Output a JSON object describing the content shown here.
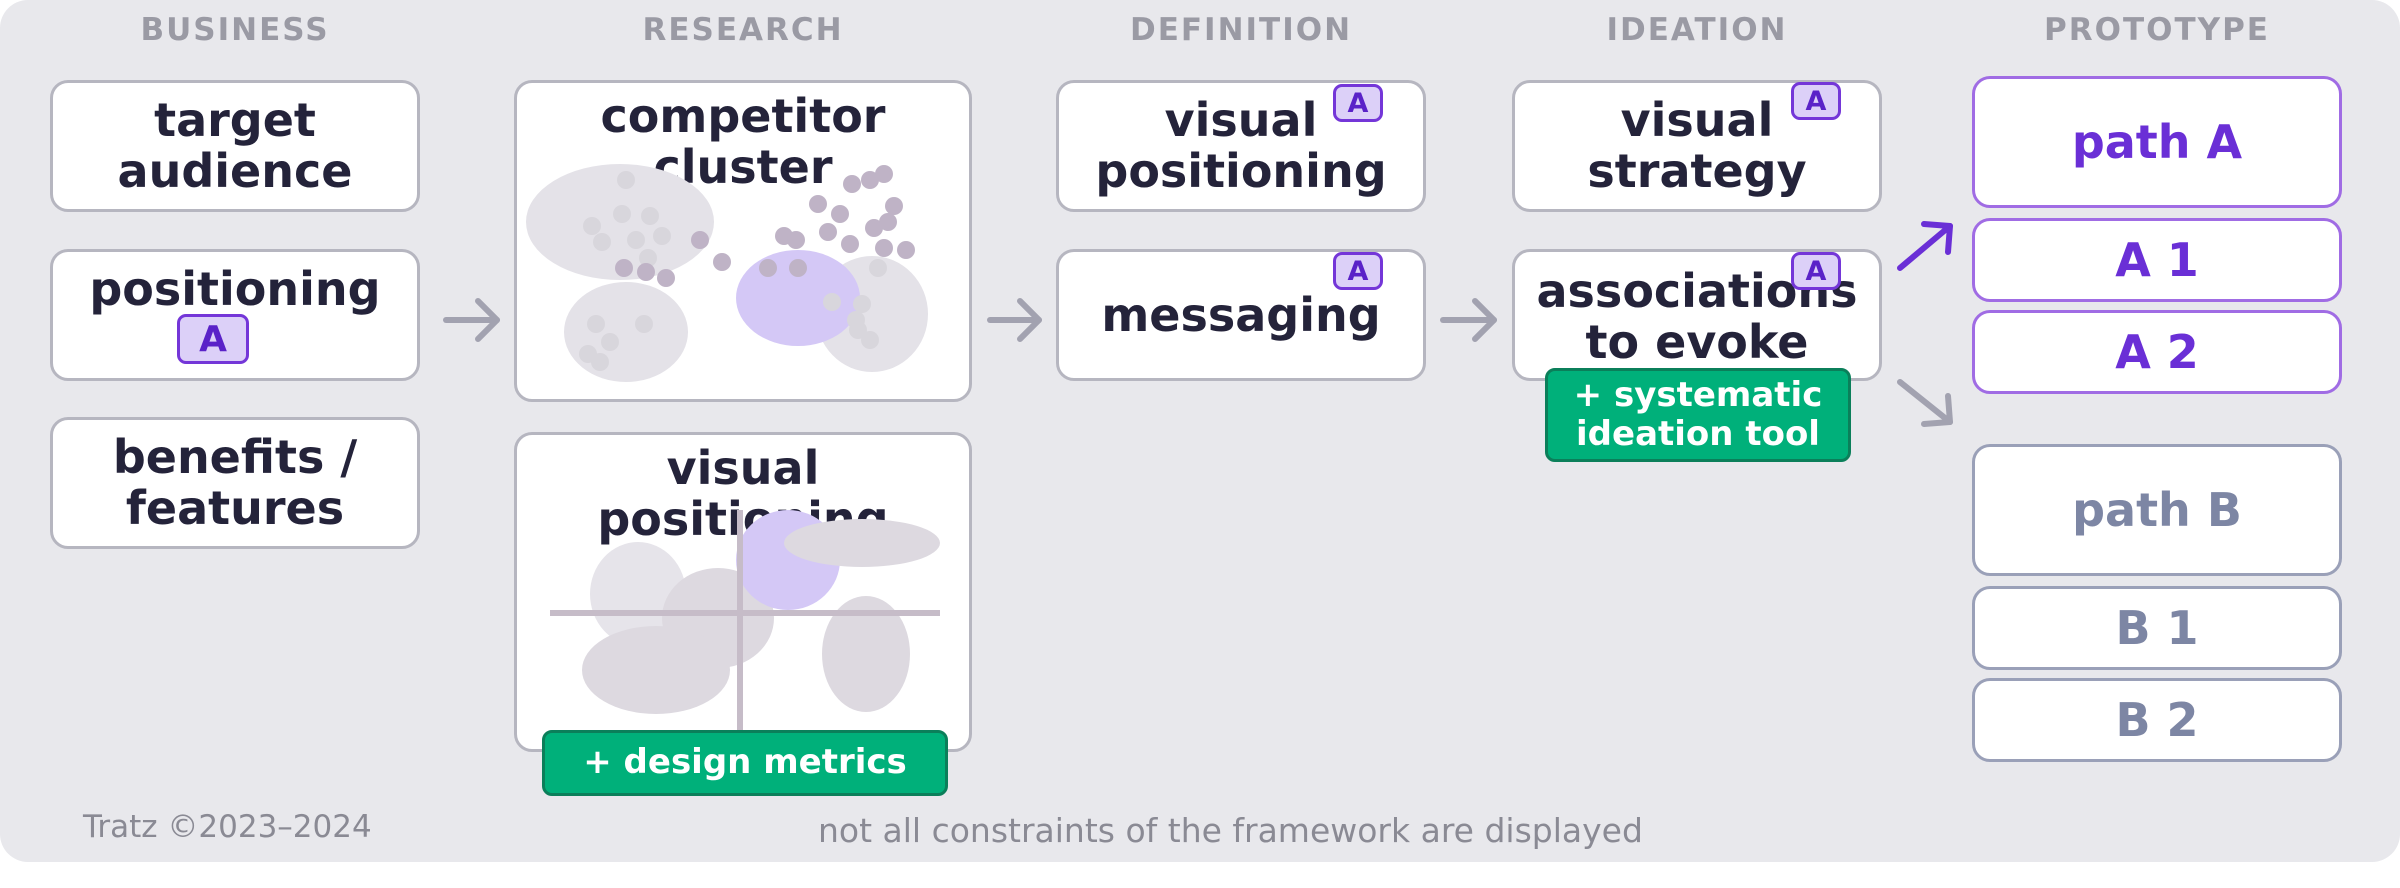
{
  "columns": {
    "business": "BUSINESS",
    "research": "RESEARCH",
    "definition": "DEFINITION",
    "ideation": "IDEATION",
    "prototype": "PROTOTYPE"
  },
  "business": {
    "target_audience": "target audience",
    "positioning": "positioning",
    "benefits": "benefits / features"
  },
  "research": {
    "competitor_cluster": "competitor cluster",
    "visual_positioning": "visual positioning",
    "design_metrics": "+ design metrics"
  },
  "definition": {
    "visual_positioning": "visual positioning",
    "messaging": "messaging"
  },
  "ideation": {
    "visual_strategy": "visual strategy",
    "associations": "associations to evoke",
    "systematic_tool": "+ systematic ideation tool"
  },
  "prototype": {
    "path_a": "path A",
    "a1": "A 1",
    "a2": "A 2",
    "path_b": "path B",
    "b1": "B 1",
    "b2": "B 2"
  },
  "badge_letter": "A",
  "footer": {
    "copyright": "Tratz ©2023–2024",
    "note": "not all constraints of the framework are displayed"
  },
  "colors": {
    "accent_purple": "#6a2fd6",
    "slate": "#7d86a4",
    "green": "#00b07a"
  }
}
